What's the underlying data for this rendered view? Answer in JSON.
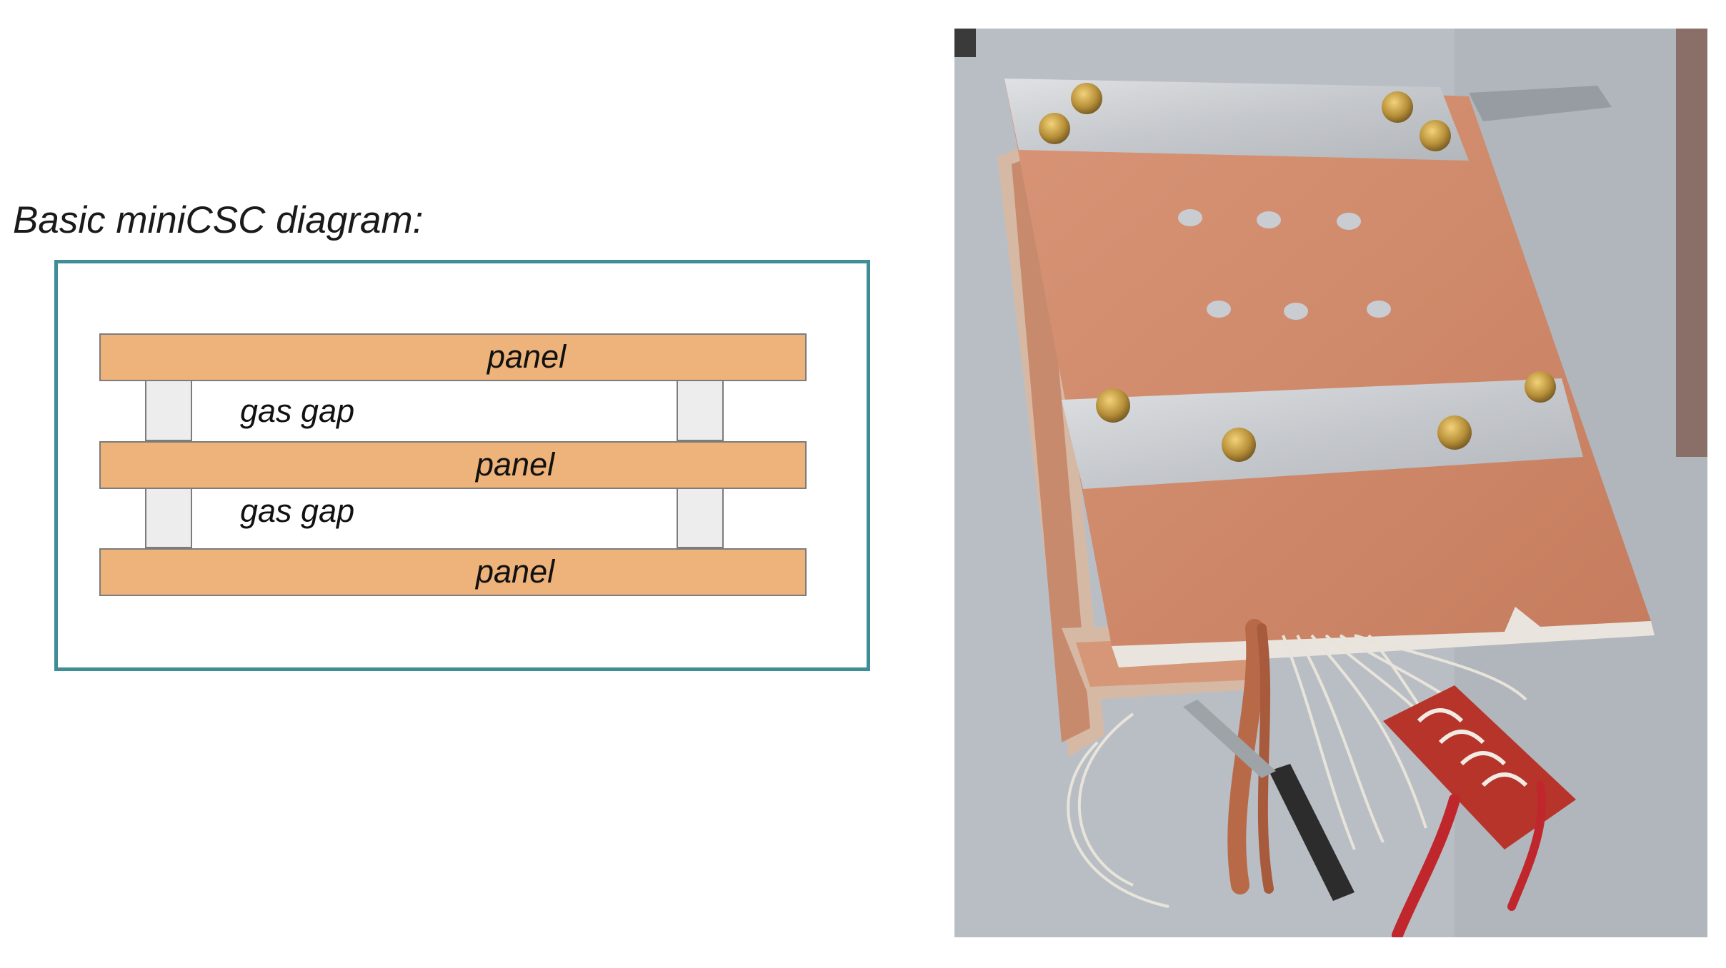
{
  "title": "Basic miniCSC diagram:",
  "diagram": {
    "frame_color": "#3f8d97",
    "panel_color": "#edb37a",
    "spacer_color": "#ededed",
    "panels": [
      {
        "label": "panel"
      },
      {
        "label": "panel"
      },
      {
        "label": "panel"
      }
    ],
    "gaps": [
      {
        "label": "gas gap"
      },
      {
        "label": "gas gap"
      }
    ]
  },
  "photo": {
    "subject": "miniCSC chamber prototype",
    "colors": {
      "copper": "#d28a6a",
      "aluminum": "#c9ccd0",
      "table": "#b7bcc3",
      "brass": "#b8913a",
      "connector": "#b7342a"
    }
  }
}
